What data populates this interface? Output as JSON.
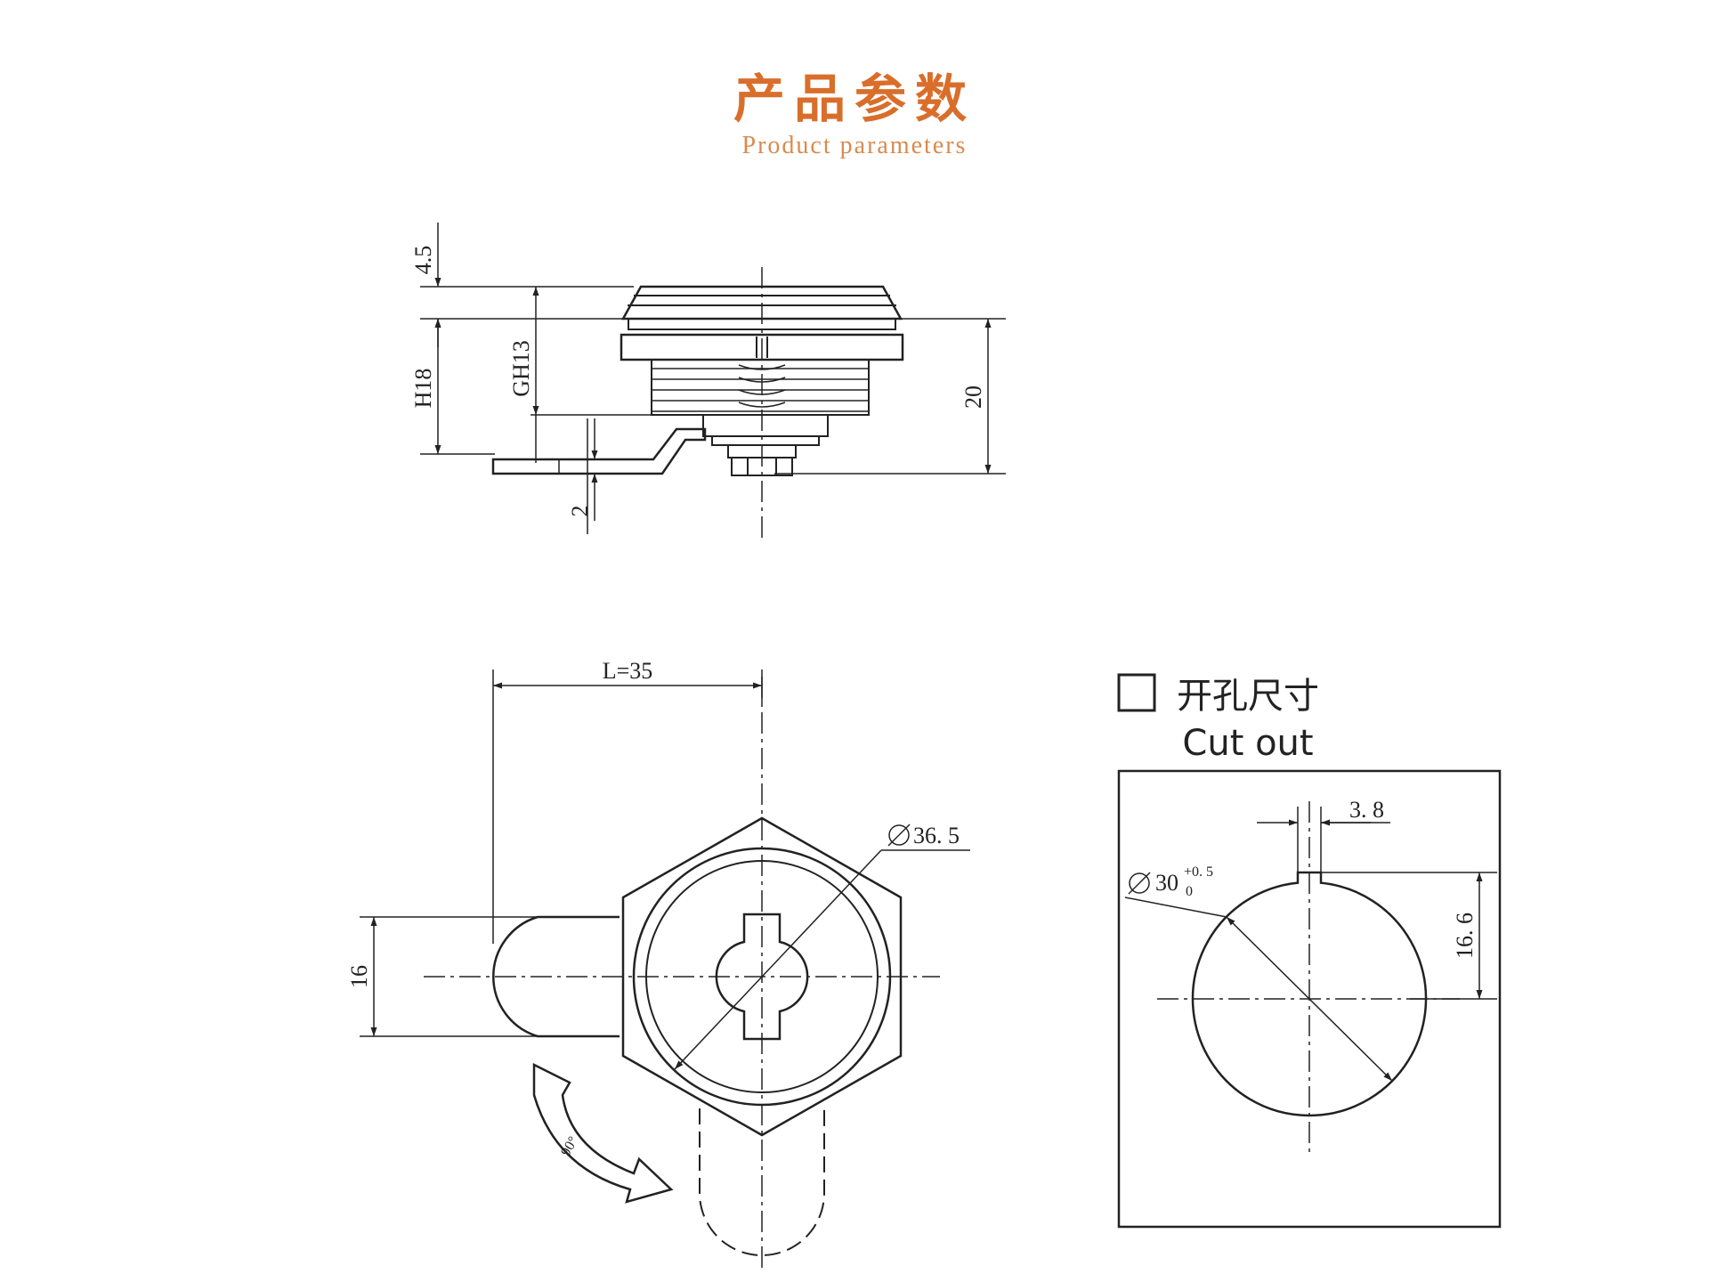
{
  "header": {
    "title": "产品参数",
    "subtitle": "Product parameters"
  },
  "side_view": {
    "dim_top": "4.5",
    "dim_height": "H18",
    "dim_thread": "GH13",
    "dim_total": "20",
    "dim_cam": "2"
  },
  "front_view": {
    "dim_length": "L=35",
    "dim_diameter": "36. 5",
    "dim_width": "16",
    "rotation_angle": "90°"
  },
  "cutout": {
    "title_cn": "开孔尺寸",
    "title_en": "Cut out",
    "dim_slot": "3. 8",
    "dim_diameter": "30",
    "dim_tol_plus": "+0. 5",
    "dim_tol_zero": "0",
    "dim_height": "16. 6"
  },
  "colors": {
    "accent": "#d96e2b",
    "line": "#222222"
  }
}
